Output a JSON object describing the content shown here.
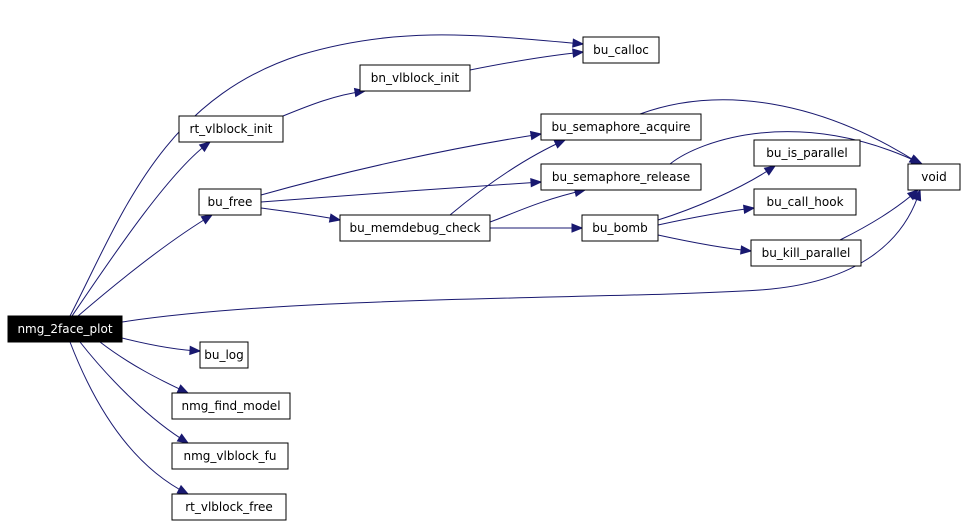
{
  "graph": {
    "root": "nmg_2face_plot",
    "nodes": {
      "nmg_2face_plot": "nmg_2face_plot",
      "bu_calloc": "bu_calloc",
      "bn_vlblock_init": "bn_vlblock_init",
      "rt_vlblock_init": "rt_vlblock_init",
      "bu_semaphore_acquire": "bu_semaphore_acquire",
      "bu_semaphore_release": "bu_semaphore_release",
      "bu_free": "bu_free",
      "bu_memdebug_check": "bu_memdebug_check",
      "bu_bomb": "bu_bomb",
      "bu_is_parallel": "bu_is_parallel",
      "bu_call_hook": "bu_call_hook",
      "bu_kill_parallel": "bu_kill_parallel",
      "void": "void",
      "bu_log": "bu_log",
      "nmg_find_model": "nmg_find_model",
      "nmg_vlblock_fu": "nmg_vlblock_fu",
      "rt_vlblock_free": "rt_vlblock_free"
    },
    "edges": [
      [
        "nmg_2face_plot",
        "bu_calloc"
      ],
      [
        "nmg_2face_plot",
        "rt_vlblock_init"
      ],
      [
        "nmg_2face_plot",
        "bu_free"
      ],
      [
        "nmg_2face_plot",
        "void"
      ],
      [
        "nmg_2face_plot",
        "bu_log"
      ],
      [
        "nmg_2face_plot",
        "nmg_find_model"
      ],
      [
        "nmg_2face_plot",
        "nmg_vlblock_fu"
      ],
      [
        "nmg_2face_plot",
        "rt_vlblock_free"
      ],
      [
        "rt_vlblock_init",
        "bn_vlblock_init"
      ],
      [
        "bn_vlblock_init",
        "bu_calloc"
      ],
      [
        "bu_free",
        "bu_semaphore_acquire"
      ],
      [
        "bu_free",
        "bu_semaphore_release"
      ],
      [
        "bu_free",
        "bu_memdebug_check"
      ],
      [
        "bu_memdebug_check",
        "bu_semaphore_acquire"
      ],
      [
        "bu_memdebug_check",
        "bu_semaphore_release"
      ],
      [
        "bu_memdebug_check",
        "bu_bomb"
      ],
      [
        "bu_semaphore_acquire",
        "void"
      ],
      [
        "bu_semaphore_release",
        "void"
      ],
      [
        "bu_bomb",
        "bu_is_parallel"
      ],
      [
        "bu_bomb",
        "bu_call_hook"
      ],
      [
        "bu_bomb",
        "bu_kill_parallel"
      ],
      [
        "bu_kill_parallel",
        "void"
      ]
    ]
  }
}
